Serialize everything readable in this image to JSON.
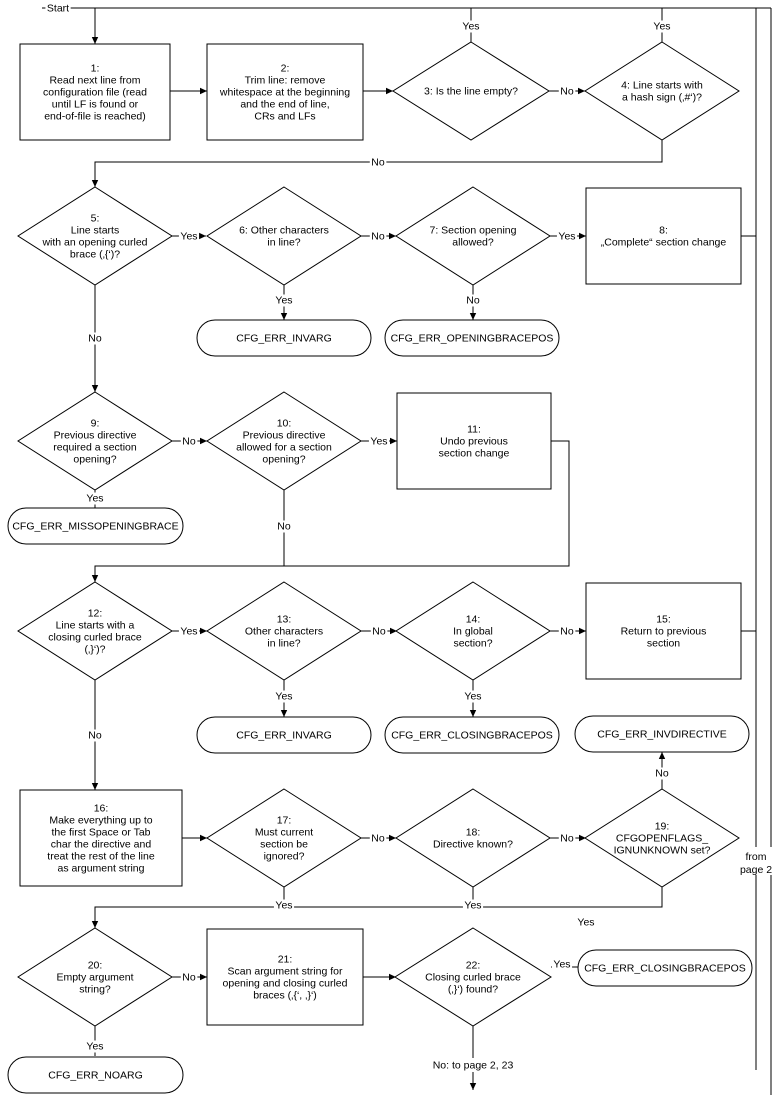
{
  "edge_labels": {
    "start": "Start",
    "yes_top_3": "Yes",
    "yes_top_4": "Yes",
    "no_3_4": "No",
    "no_4": "No",
    "yes_5": "Yes",
    "no_6": "No",
    "yes_7": "Yes",
    "yes_6": "Yes",
    "no_7": "No",
    "no_5": "No",
    "no_9": "No",
    "yes_10": "Yes",
    "yes_9": "Yes",
    "no_10": "No",
    "yes_12": "Yes",
    "no_13": "No",
    "no_14": "No",
    "yes_13": "Yes",
    "yes_14": "Yes",
    "no_12": "No",
    "no_19": "No",
    "no_17": "No",
    "no_18": "No",
    "yes_17": "Yes",
    "yes_18": "Yes",
    "yes_19": "Yes",
    "no_20": "No",
    "yes_22": "Yes",
    "yes_20": "Yes",
    "no_22": "No: to page 2, 23",
    "from_page2": [
      "from",
      "page 2"
    ]
  },
  "nodes": {
    "n1": [
      "1:",
      "Read next line from",
      "configuration file (read",
      "until LF is found or",
      "end-of-file is reached)"
    ],
    "n2": [
      "2:",
      "Trim line: remove",
      "whitespace at the beginning",
      "and the end of line,",
      "CRs and LFs"
    ],
    "n3": [
      "3: Is the line empty?"
    ],
    "n4": [
      "4: Line starts with",
      "a hash sign (‚#‘)?"
    ],
    "n5": [
      "5:",
      "Line starts",
      "with an opening curled",
      "brace (‚{‘)?"
    ],
    "n6": [
      "6: Other characters",
      "in line?"
    ],
    "n7": [
      "7: Section opening",
      "allowed?"
    ],
    "n8": [
      "8:",
      "„Complete“ section change"
    ],
    "t1": [
      "CFG_ERR_INVARG"
    ],
    "t2": [
      "CFG_ERR_OPENINGBRACEPOS"
    ],
    "n9": [
      "9:",
      "Previous directive",
      "required a section",
      "opening?"
    ],
    "n10": [
      "10:",
      "Previous directive",
      "allowed for a section",
      "opening?"
    ],
    "n11": [
      "11:",
      "Undo previous",
      "section change"
    ],
    "t3": [
      "CFG_ERR_MISSOPENINGBRACE"
    ],
    "n12": [
      "12:",
      "Line starts with a",
      "closing curled brace",
      "(‚}‘)?"
    ],
    "n13": [
      "13:",
      "Other characters",
      "in line?"
    ],
    "n14": [
      "14:",
      "In global",
      "section?"
    ],
    "n15": [
      "15:",
      "Return to previous",
      "section"
    ],
    "t4": [
      "CFG_ERR_INVARG"
    ],
    "t5": [
      "CFG_ERR_CLOSINGBRACEPOS"
    ],
    "t6": [
      "CFG_ERR_INVDIRECTIVE"
    ],
    "n16": [
      "16:",
      "Make everything up to",
      "the first Space or Tab",
      "char the directive and",
      "treat the rest of the line",
      "as argument string"
    ],
    "n17": [
      "17:",
      "Must current",
      "section be",
      "ignored?"
    ],
    "n18": [
      "18:",
      "Directive known?"
    ],
    "n19": [
      "19:",
      "CFGOPENFLAGS_",
      "IGNUNKNOWN set?"
    ],
    "n20": [
      "20:",
      "Empty argument",
      "string?"
    ],
    "n21": [
      "21:",
      "Scan argument string for",
      "opening and closing curled",
      "braces (‚{‘, ‚}‘)"
    ],
    "n22": [
      "22:",
      "Closing curled brace",
      "(‚}‘) found?"
    ],
    "t7": [
      "CFG_ERR_CLOSINGBRACEPOS"
    ],
    "t8": [
      "CFG_ERR_NOARG"
    ]
  }
}
